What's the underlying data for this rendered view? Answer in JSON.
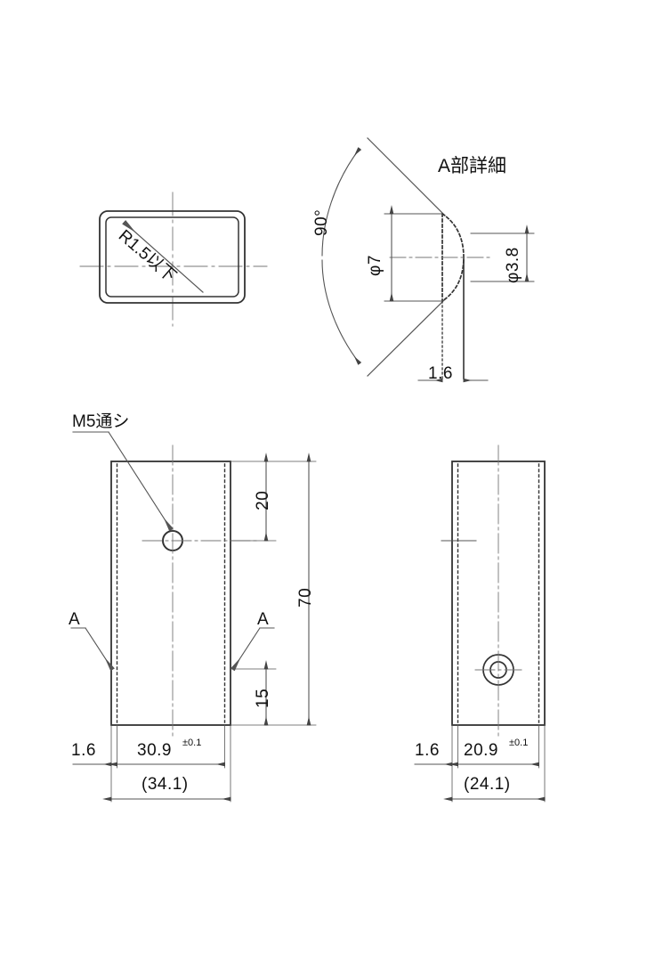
{
  "drawing": {
    "type": "mechanical-part-orthographic-drawing",
    "background": "#ffffff",
    "line_color": "#333333",
    "text_color": "#111111"
  },
  "top_view": {
    "name": "top-view-tube-cross-section",
    "note_label": "R1.5以下",
    "description": "rounded rectangular tube cross section"
  },
  "detail_view": {
    "title": "A部詳細",
    "angle_label": "90°",
    "outer_diameter_label": "φ7",
    "inner_diameter_label": "φ3.8",
    "thickness_label": "1.6"
  },
  "front_view": {
    "callout_label": "M5通シ",
    "section_mark_left": "A",
    "section_mark_right": "A",
    "dim_top": "20",
    "dim_overall": "70",
    "dim_bottom": "15",
    "dim_wall": "1.6",
    "dim_inner": "30.9",
    "dim_inner_tol": "±0.1",
    "dim_outer": "(34.1)"
  },
  "side_view": {
    "dim_wall": "1.6",
    "dim_inner": "20.9",
    "dim_inner_tol": "±0.1",
    "dim_outer": "(24.1)"
  }
}
